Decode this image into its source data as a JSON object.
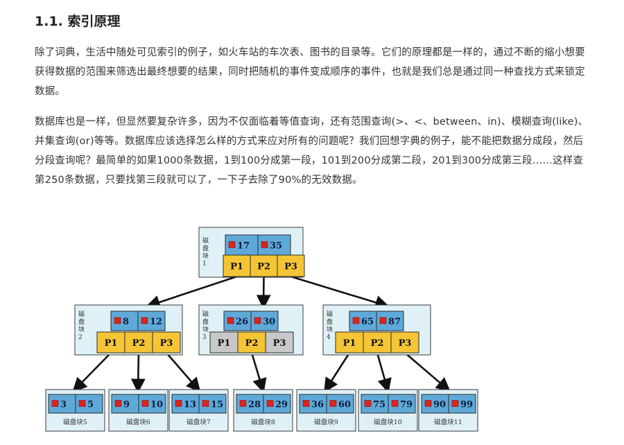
{
  "heading": "1.1. 索引原理",
  "paragraphs": [
    "除了词典，生活中随处可见索引的例子，如火车站的车次表、图书的目录等。它们的原理都是一样的，通过不断的缩小想要获得数据的范围来筛选出最终想要的结果，同时把随机的事件变成顺序的事件，也就是我们总是通过同一种查找方式来锁定数据。",
    "数据库也是一样，但显然要复杂许多，因为不仅面临着等值查询，还有范围查询(>、<、between、in)、模糊查询(like)、并集查询(or)等等。数据库应该选择怎么样的方式来应对所有的问题呢？我们回想字典的例子，能不能把数据分成段，然后分段查询呢？最简单的如果1000条数据，1到100分成第一段，101到200分成第二段，201到300分成第三段……这样查第250条数据，只要找第三段就可以了，一下子去除了90%的无效数据。"
  ],
  "diagram": {
    "colors": {
      "key_cell": "#5fa9d9",
      "pointer_yellow": "#f5c535",
      "pointer_gray": "#c8c8c8",
      "node_bg": "#dff1f6",
      "marker_red": "#d9261c"
    },
    "root": {
      "label": "磁盘块1",
      "keys": [
        "17",
        "35"
      ],
      "pointers": [
        "P1",
        "P2",
        "P3"
      ]
    },
    "internal": [
      {
        "label": "磁盘块2",
        "keys": [
          "8",
          "12"
        ],
        "pointers": [
          "P1",
          "P2",
          "P3"
        ],
        "gray": [
          false,
          false,
          false
        ]
      },
      {
        "label": "磁盘块3",
        "keys": [
          "26",
          "30"
        ],
        "pointers": [
          "P1",
          "P2",
          "P3"
        ],
        "gray": [
          true,
          false,
          true
        ]
      },
      {
        "label": "磁盘块4",
        "keys": [
          "65",
          "87"
        ],
        "pointers": [
          "P1",
          "P2",
          "P3"
        ],
        "gray": [
          false,
          false,
          false
        ]
      }
    ],
    "leaves": [
      {
        "label": "磁盘块5",
        "keys": [
          "3",
          "5"
        ]
      },
      {
        "label": "磁盘块6",
        "keys": [
          "9",
          "10"
        ]
      },
      {
        "label": "磁盘块7",
        "keys": [
          "13",
          "15"
        ]
      },
      {
        "label": "磁盘块8",
        "keys": [
          "28",
          "29"
        ]
      },
      {
        "label": "磁盘块9",
        "keys": [
          "36",
          "60"
        ]
      },
      {
        "label": "磁盘块10",
        "keys": [
          "75",
          "79"
        ]
      },
      {
        "label": "磁盘块11",
        "keys": [
          "90",
          "99"
        ]
      }
    ]
  }
}
